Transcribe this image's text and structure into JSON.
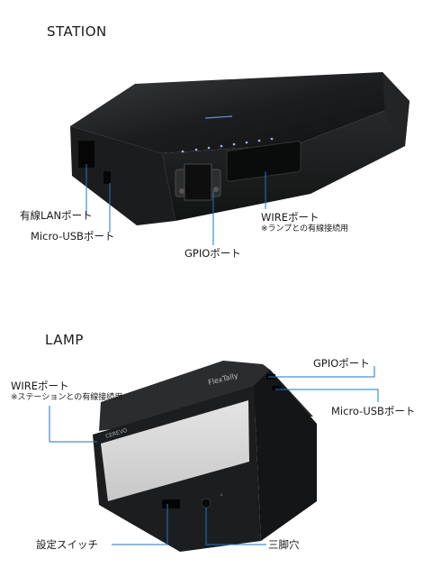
{
  "station": {
    "title": "STATION",
    "labels": {
      "lan": "有線LANポート",
      "usb": "Micro-USBポート",
      "gpio": "GPIOポート",
      "wire": "WIREポート",
      "wire_note": "※ランプとの有線接続用"
    }
  },
  "lamp": {
    "title": "LAMP",
    "brand": "FlexTally",
    "maker": "CEREVO",
    "labels": {
      "gpio": "GPIOポート",
      "usb": "Micro-USBポート",
      "wire": "WIREポート",
      "wire_note": "※ステーションとの有線接続用",
      "switch": "設定スイッチ",
      "tripod": "三脚穴"
    }
  }
}
